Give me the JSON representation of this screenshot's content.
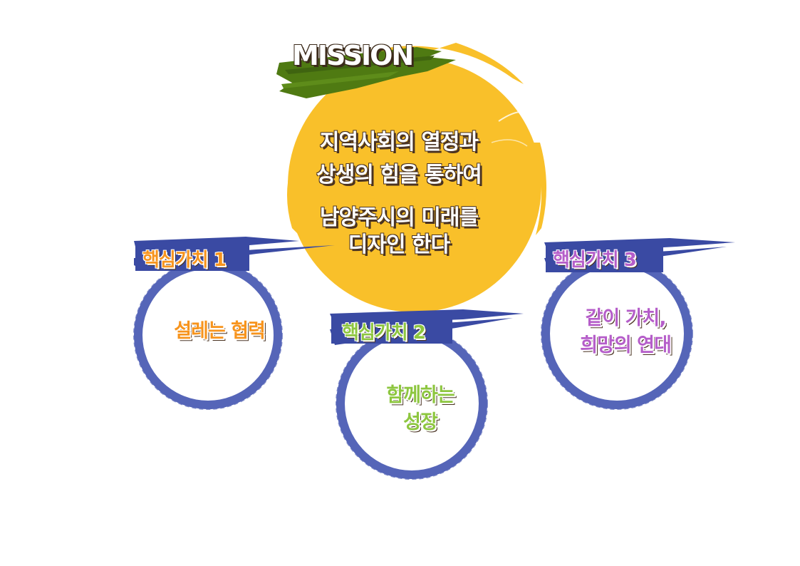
{
  "mission": {
    "title": "MISSION",
    "lines": [
      "지역사회의 열정과",
      "상생의 힘을 통하여",
      "남양주시의 미래를",
      "디자인 한다"
    ]
  },
  "core_values": [
    {
      "title": "핵심가치 1",
      "value": "설레는 협력",
      "title_color": "#f7941d",
      "value_color": "#f7941d"
    },
    {
      "title": "핵심가치 2",
      "value": "함께하는\n성장",
      "title_color": "#8dc63f",
      "value_color": "#8dc63f"
    },
    {
      "title": "핵심가치 3",
      "value": "같이 가치,\n희망의 연대",
      "title_color": "#b55dc9",
      "value_color": "#b55dc9"
    }
  ],
  "colors": {
    "mission_circle": "#f9c02a",
    "mission_banner": "#4f7a12",
    "ring": "#5565b8",
    "text_shadow": "#4a3322"
  }
}
